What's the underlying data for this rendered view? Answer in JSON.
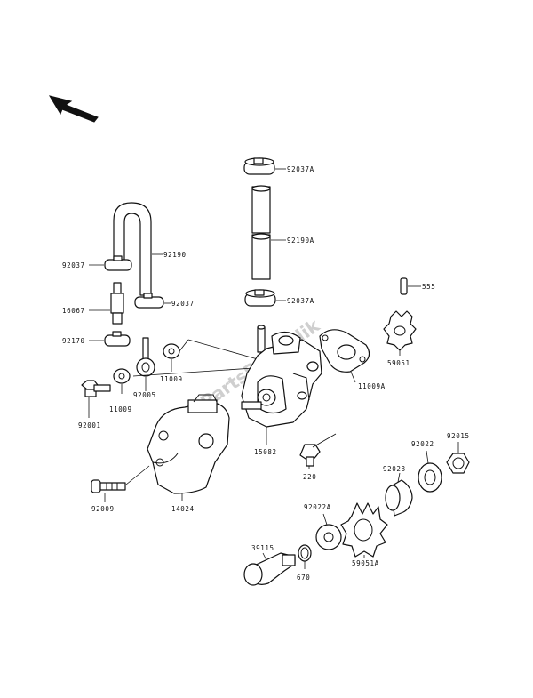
{
  "watermark": "PartsRepublik",
  "labels": {
    "p92037A_top": "92037A",
    "p92190A": "92190A",
    "p92037A_low": "92037A",
    "p92190": "92190",
    "p92037_a": "92037",
    "p92037_b": "92037",
    "p16067": "16067",
    "p92170": "92170",
    "p92005": "92005",
    "p11009_a": "11009",
    "p11009_b": "11009",
    "p92001": "92001",
    "p555": "555",
    "p59051": "59051",
    "p11009A": "11009A",
    "p15082": "15082",
    "p220": "220",
    "p92015": "92015",
    "p92022": "92022",
    "p92028": "92028",
    "p92022A": "92022A",
    "p92009": "92009",
    "p14024": "14024",
    "p39115": "39115",
    "p670": "670",
    "p59051A": "59051A"
  }
}
